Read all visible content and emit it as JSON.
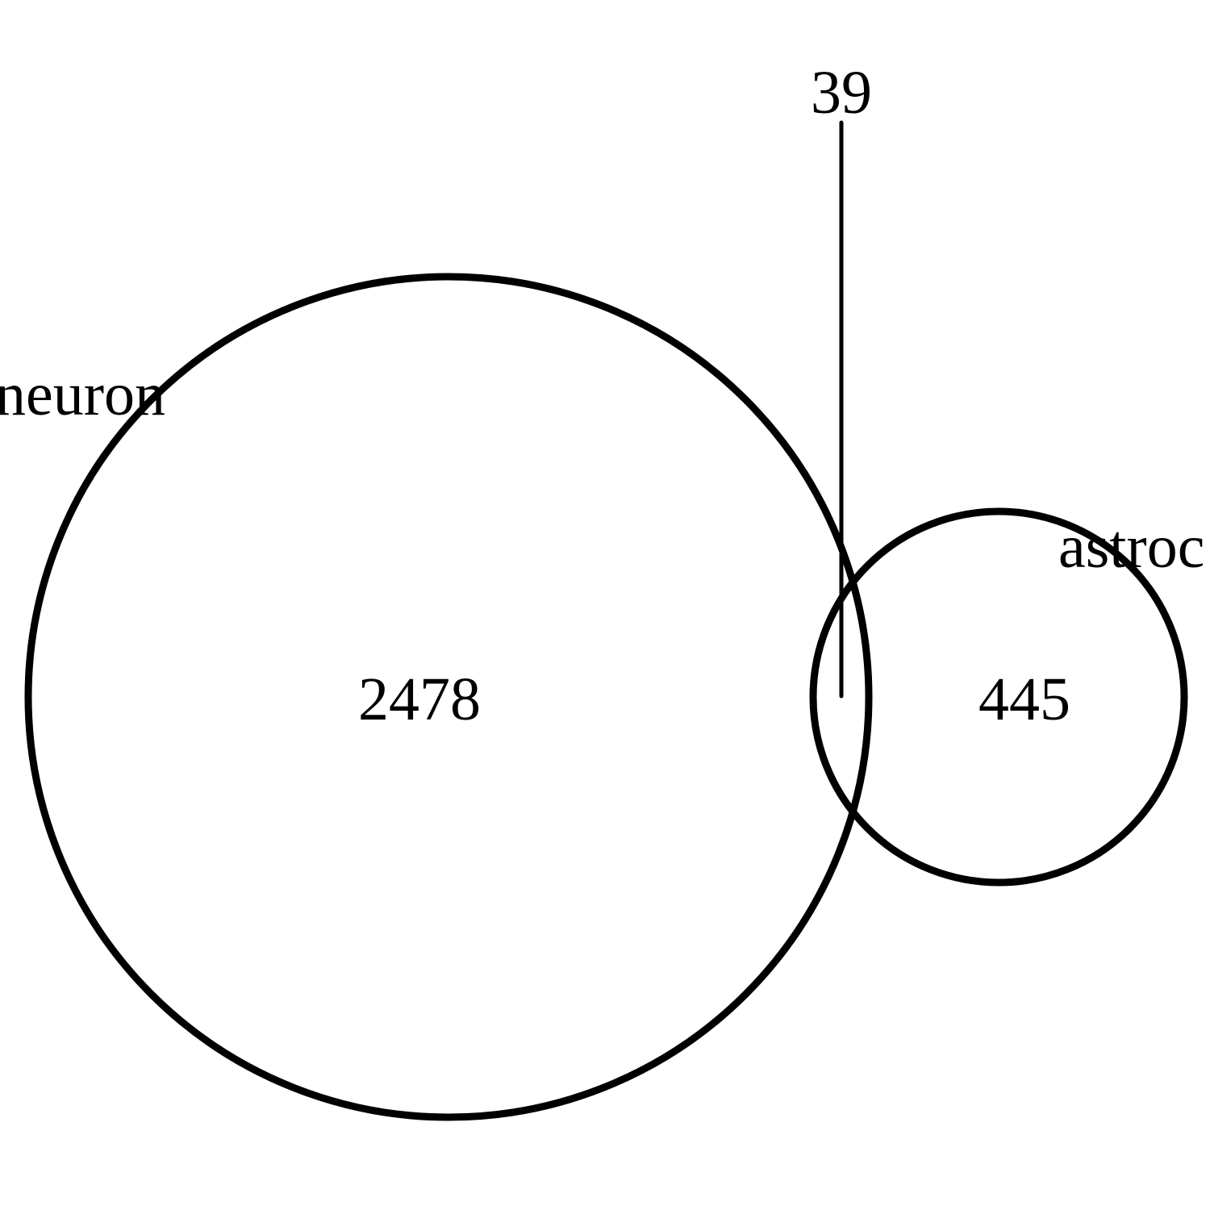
{
  "venn": {
    "sets": [
      {
        "label": "neuron",
        "only_count": "2478"
      },
      {
        "label": "astroc",
        "only_count": "445"
      }
    ],
    "intersection_count": "39",
    "line_color": "#000000",
    "background": "#ffffff"
  }
}
